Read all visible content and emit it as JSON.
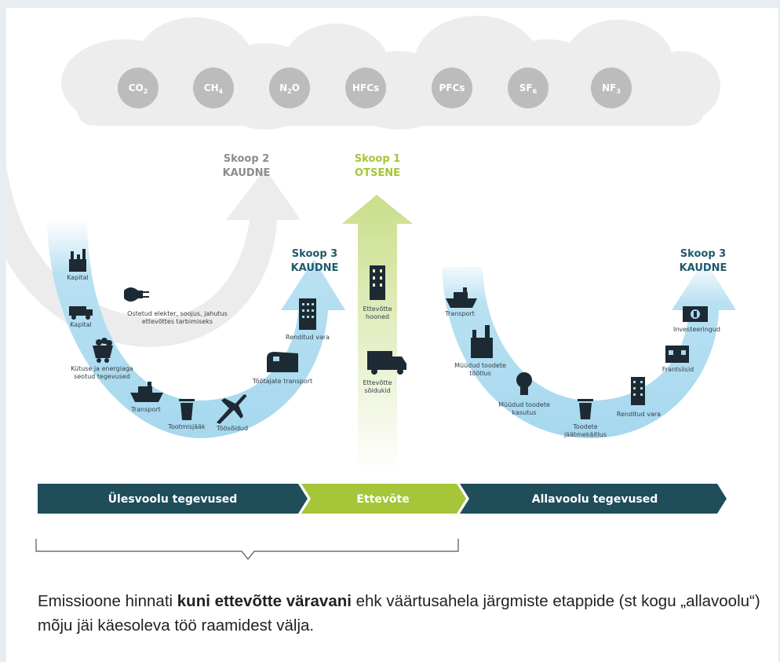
{
  "gases": [
    "CO",
    "CH",
    "N",
    "O",
    "HFCs",
    "PFCs",
    "SF",
    "NF"
  ],
  "gas_subscripts": [
    "2",
    "4",
    "2",
    "6",
    "3"
  ],
  "scope2": {
    "line1": "Skoop 2",
    "line2": "KAUDNE"
  },
  "scope1": {
    "line1": "Skoop 1",
    "line2": "OTSENE"
  },
  "scope3_up": {
    "line1": "Skoop 3",
    "line2": "KAUDNE"
  },
  "scope3_down": {
    "line1": "Skoop 3",
    "line2": "KAUDNE"
  },
  "upstream_items": {
    "kapital1": "Kapital",
    "kapital2": "Kapital",
    "elekter1": "Ostetud elekter, soojus, jahutus",
    "elekter2": "ettevõttes tarbimiseks",
    "kytuse1": "Kütuse ja energiaga",
    "kytuse2": "seotud tegevused",
    "transport": "Transport",
    "tootmisjaak": "Tootmisjääk",
    "toosoidud": "Töösõidud",
    "tootajate_transport": "Töötajate transport",
    "renditud_vara": "Renditud vara"
  },
  "company_items": {
    "hooned1": "Ettevõtte",
    "hooned2": "hooned",
    "soidukid1": "Ettevõtte",
    "soidukid2": "sõidukid"
  },
  "downstream_items": {
    "transport": "Transport",
    "tootlus1": "Müüdud toodete",
    "tootlus2": "töötlus",
    "kasutus1": "Müüdud toodete",
    "kasutus2": "kasutus",
    "jaatmekaitlus1": "Toodete",
    "jaatmekaitlus2": "jäätmekäitlus",
    "renditud_vara": "Renditud vara",
    "frantsiisid": "Frantsiisid",
    "investeeringud": "Investeeringud"
  },
  "bar": {
    "upstream": "Ülesvoolu tegevused",
    "company": "Ettevõte",
    "downstream": "Allavoolu tegevused"
  },
  "colors": {
    "cloud": "#ededed",
    "gas_circle": "#bcbcbc",
    "grey_arrow": "#ececec",
    "light_blue_arrow": "#a9d9ef",
    "green": "#a6c538",
    "dark_teal": "#1f4d5a",
    "scope_blue": "#1f5a6b"
  },
  "caption": {
    "part1": "Emissioone hinnati ",
    "bold": "kuni ettevõtte väravani",
    "part2": " ehk väärtusahela järgmiste etappide (st kogu „allavoolu“) mõju jäi käesoleva töö raamidest välja."
  }
}
